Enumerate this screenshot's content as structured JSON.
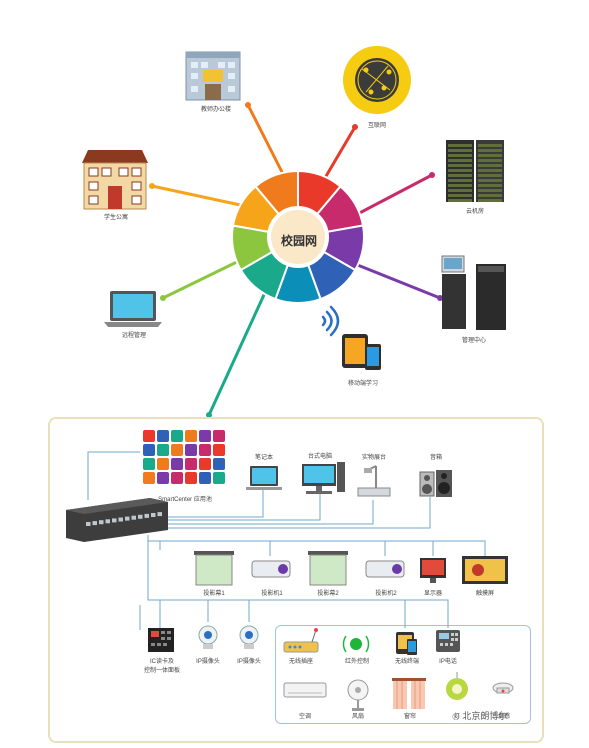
{
  "hub": {
    "label": "校园网"
  },
  "top_nodes": {
    "teacher_office": "教师办公楼",
    "internet": "互联网",
    "student_apartment": "学生公寓",
    "cloud_room": "云机房",
    "remote_mgmt": "远程管理",
    "mgmt_center": "管理中心",
    "mobile_learning": "移动端学习"
  },
  "classroom": {
    "app_pool": "SmartCenter 应用池",
    "laptop": "笔记本",
    "desktop": "台式电脑",
    "visualizer": "实物展台",
    "speaker": "音箱",
    "screen1": "投影幕1",
    "projector1": "投影机1",
    "screen2": "投影幕2",
    "projector2": "投影机2",
    "display": "显示器",
    "touch_screen": "触摸屏",
    "panel_line1": "IC读卡及",
    "panel_line2": "控制一体面板",
    "ip_camera1": "IP摄像头",
    "ip_camera2": "IP摄像头",
    "wireless_plug": "无线插座",
    "ir_control": "红外控制",
    "wireless_terminal": "无线终端",
    "ip_phone": "IP电话",
    "ac": "空调",
    "fan": "风扇",
    "curtain": "窗帘",
    "light": "灯",
    "smoke": "烟感"
  },
  "watermark": "北京朗博尔",
  "colors": {
    "ring": [
      "#e8392b",
      "#c72b6b",
      "#7a3aa8",
      "#2f62b6",
      "#0b8fb8",
      "#1aa98a",
      "#8cc63e",
      "#f6a51b",
      "#f07b1c"
    ],
    "hub_center": "#fbe8c8",
    "panel_border": "#e9dfba",
    "connector": "#6fa9cf"
  }
}
